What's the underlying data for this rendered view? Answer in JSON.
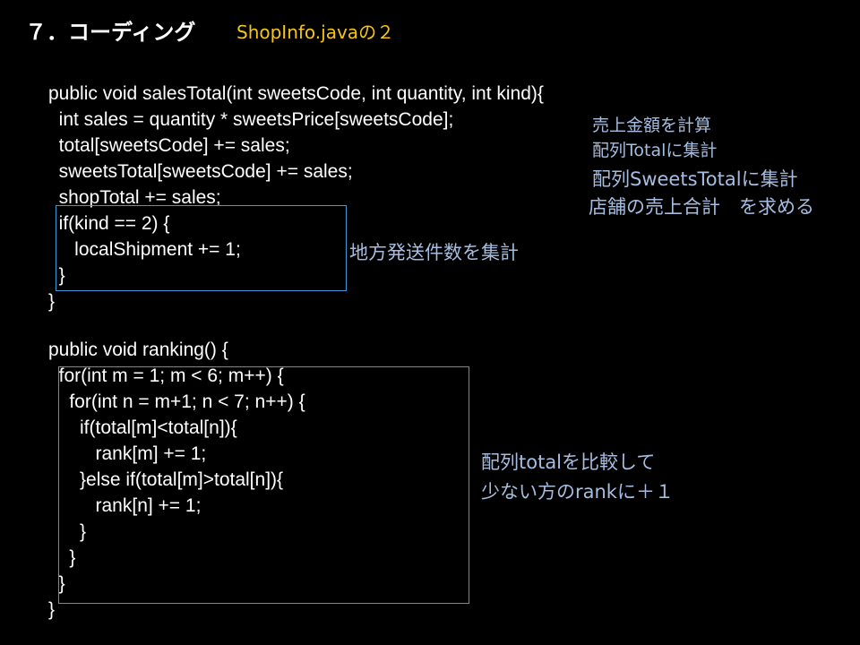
{
  "header": {
    "title": "７．コーディング",
    "subtitle": "ShopInfo.javaの２"
  },
  "code_block_1": [
    "public void salesTotal(int sweetsCode, int quantity, int kind){",
    "  int sales = quantity * sweetsPrice[sweetsCode];",
    "  total[sweetsCode] += sales;",
    "  sweetsTotal[sweetsCode] += sales;",
    "  shopTotal += sales;",
    "  if(kind == 2) {",
    "     localShipment += 1;",
    "  }",
    "}"
  ],
  "code_block_2": [
    "public void ranking() {",
    "  for(int m = 1; m < 6; m++) {",
    "    for(int n = m+1; n < 7; n++) {",
    "      if(total[m]<total[n]){",
    "         rank[m] += 1;",
    "      }else if(total[m]>total[n]){",
    "         rank[n] += 1;",
    "      }",
    "    }",
    "  }",
    "}"
  ],
  "annotations": {
    "sales_amount": "売上金額を計算",
    "total_array": "配列Totalに集計",
    "sweets_total_array": "配列SweetsTotalに集計",
    "shop_total": "店舗の売上合計　を求める",
    "local_shipment": "地方発送件数を集計",
    "compare_line1": "配列totalを比較して",
    "compare_line2": "少ない方のrankに＋１"
  },
  "colors": {
    "background": "#000000",
    "code_text": "#ffffff",
    "subtitle": "#f5c518",
    "annotation": "#a7bde0",
    "box_border": "#3b9bd6"
  }
}
